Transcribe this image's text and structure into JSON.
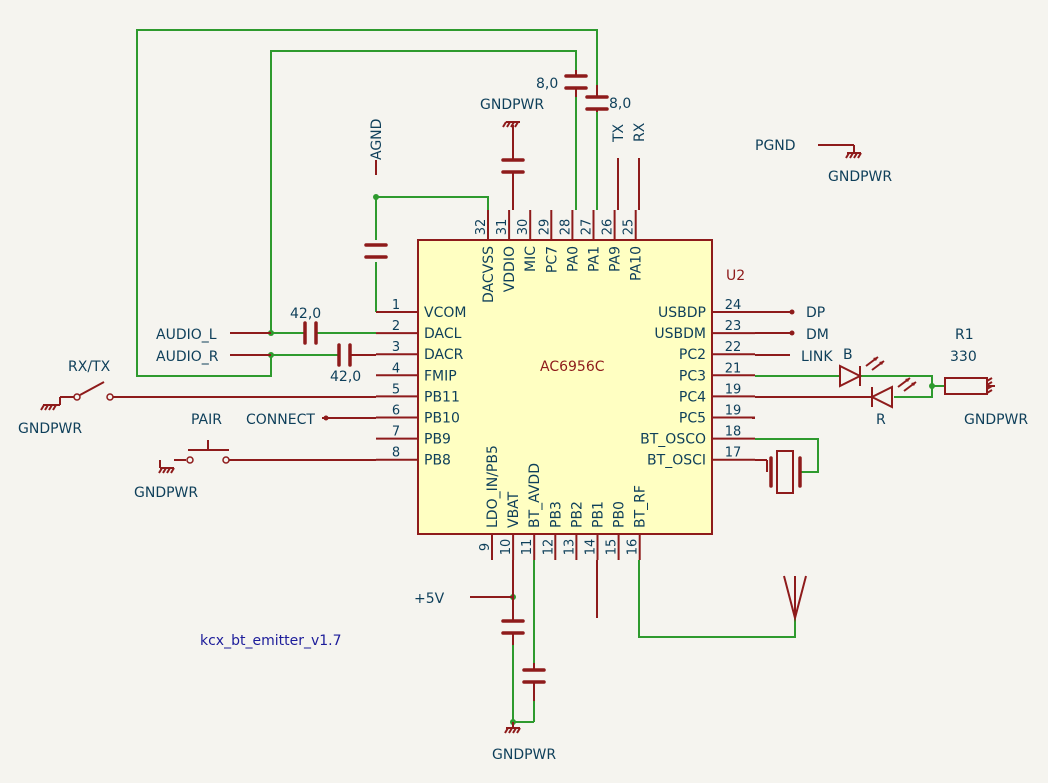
{
  "chip": {
    "ref": "U2",
    "value": "AC6956C",
    "left_pins": [
      {
        "num": "1",
        "name": "VCOM"
      },
      {
        "num": "2",
        "name": "DACL"
      },
      {
        "num": "3",
        "name": "DACR"
      },
      {
        "num": "4",
        "name": "FMIP"
      },
      {
        "num": "5",
        "name": "PB11"
      },
      {
        "num": "6",
        "name": "PB10"
      },
      {
        "num": "7",
        "name": "PB9"
      },
      {
        "num": "8",
        "name": "PB8"
      }
    ],
    "right_pins": [
      {
        "num": "24",
        "name": "USBDP"
      },
      {
        "num": "23",
        "name": "USBDM"
      },
      {
        "num": "22",
        "name": "PC2"
      },
      {
        "num": "21",
        "name": "PC3"
      },
      {
        "num": "19",
        "name": "PC4"
      },
      {
        "num": "19",
        "name": "PC5"
      },
      {
        "num": "18",
        "name": "BT_OSCO"
      },
      {
        "num": "17",
        "name": "BT_OSCI"
      }
    ],
    "top_pins": [
      {
        "num": "32",
        "name": "DACVSS"
      },
      {
        "num": "31",
        "name": "VDDIO"
      },
      {
        "num": "30",
        "name": "MIC"
      },
      {
        "num": "29",
        "name": "PC7"
      },
      {
        "num": "28",
        "name": "PA0"
      },
      {
        "num": "27",
        "name": "PA1"
      },
      {
        "num": "26",
        "name": "PA9"
      },
      {
        "num": "25",
        "name": "PA10"
      }
    ],
    "bottom_pins": [
      {
        "num": "9",
        "name": "LDO_IN/PB5"
      },
      {
        "num": "10",
        "name": "VBAT"
      },
      {
        "num": "11",
        "name": "BT_AVDD"
      },
      {
        "num": "12",
        "name": "PB3"
      },
      {
        "num": "13",
        "name": "PB2"
      },
      {
        "num": "14",
        "name": "PB1"
      },
      {
        "num": "15",
        "name": "PB0"
      },
      {
        "num": "16",
        "name": "BT_RF"
      }
    ]
  },
  "nets": {
    "audio_l": "AUDIO_L",
    "audio_r": "AUDIO_R",
    "connect": "CONNECT",
    "dp": "DP",
    "dm": "DM",
    "link": "LINK",
    "pgnd": "PGND",
    "agnd": "AGND",
    "tx": "TX",
    "rx": "RX",
    "plus5v": "+5V"
  },
  "power": {
    "gndpwr_top": "GNDPWR",
    "gndpwr_pgnd": "GNDPWR",
    "gndpwr_rxtx": "GNDPWR",
    "gndpwr_pair": "GNDPWR",
    "gndpwr_r1": "GNDPWR",
    "gndpwr_bottom": "GNDPWR"
  },
  "components": {
    "cap_pa0": "8,0",
    "cap_pa1": "8,0",
    "cap_dacl": "42,0",
    "cap_dacr": "42,0",
    "switch_rxtx": "RX/TX",
    "switch_pair": "PAIR",
    "led_b": "B",
    "led_r": "R",
    "r1_ref": "R1",
    "r1_value": "330"
  },
  "footer": {
    "project": "kcx_bt_emitter_v1.7"
  }
}
